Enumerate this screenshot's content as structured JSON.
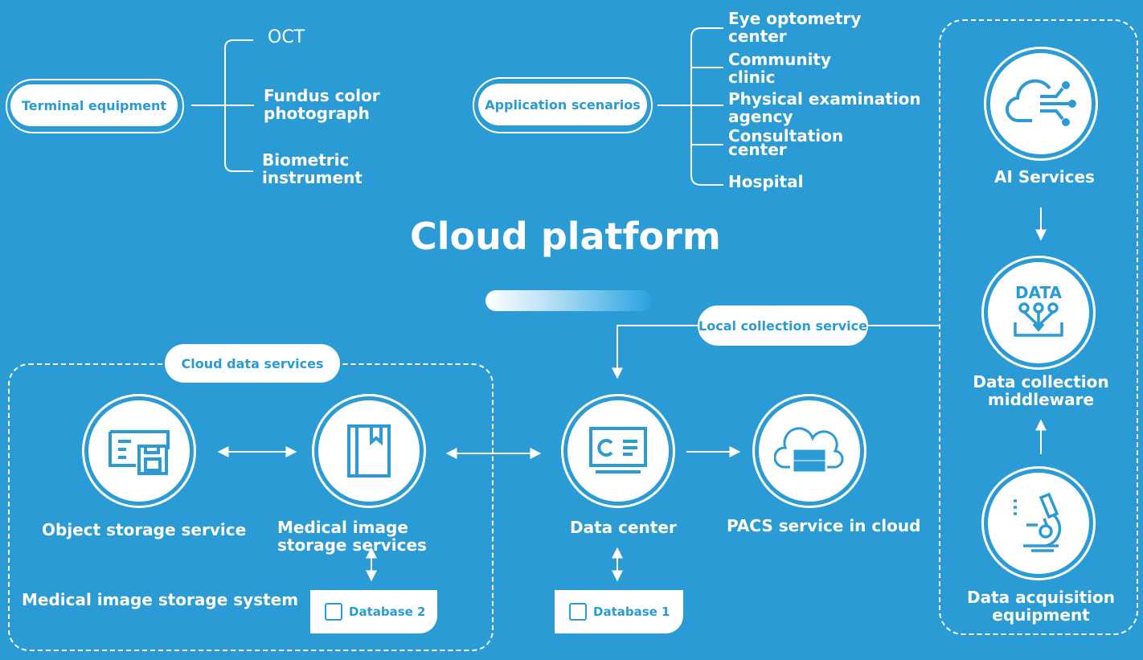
{
  "title": "Cloud platform",
  "terminal": {
    "label": "Terminal equipment",
    "items": [
      "OCT",
      "Fundus color photograph",
      "Biometric instrument"
    ]
  },
  "application": {
    "label": "Application scenarios",
    "items": [
      "Eye optometry center",
      "Community clinic",
      "Physical examination agency",
      "Consultation center",
      "Hospital"
    ]
  },
  "cloud_data_services": {
    "label": "Cloud data services",
    "object_storage": "Object storage service",
    "medical_image_storage": "Medical image storage services",
    "system_label": "Medical image storage system",
    "database2": "Database 2"
  },
  "center": {
    "data_center": "Data center",
    "pacs": "PACS service in cloud",
    "database1": "Database 1",
    "local_collection": "Local collection service"
  },
  "right": {
    "ai": "AI Services",
    "data_icon_text": "DATA",
    "middleware": "Data collection middleware",
    "acquisition": "Data acquisition equipment"
  },
  "colors": {
    "background": "#2b9bd6",
    "foreground": "#ffffff"
  }
}
